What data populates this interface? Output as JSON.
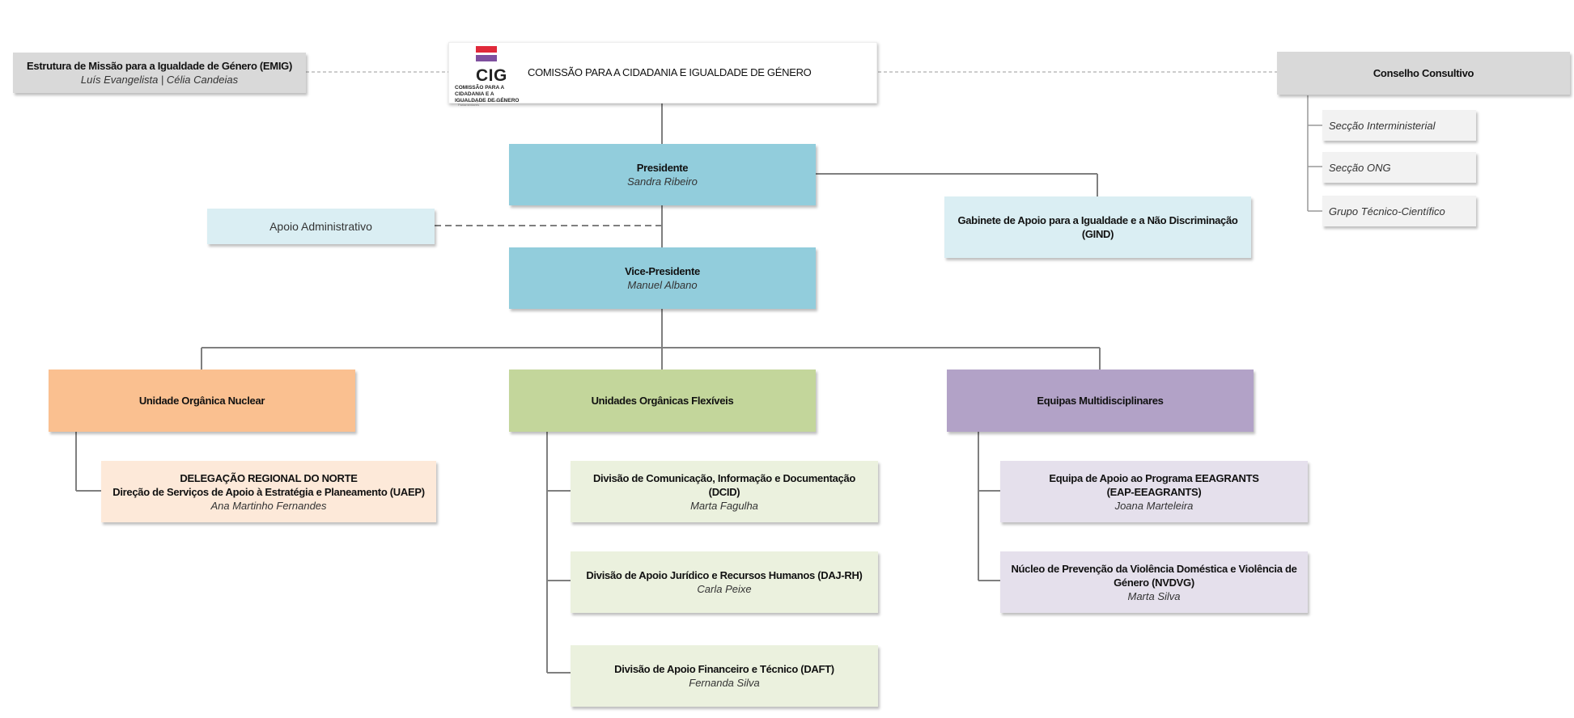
{
  "header": {
    "logo_text": "CIG",
    "logo_caption": "COMISSÃO PARA A CIDADANIA E A IGUALDADE DE GÉNERO",
    "logo_small": "Ministério Adjunto e dos Assuntos Parlamentares",
    "title": "COMISSÃO PARA A CIDADANIA E IGUALDADE DE GÉNERO"
  },
  "emig": {
    "title": "Estrutura de Missão para a Igualdade de Género (EMIG)",
    "names": "Luís Evangelista | Célia Candeias"
  },
  "conselho": {
    "title": "Conselho Consultivo",
    "sections": [
      "Secção Interministerial",
      "Secção ONG",
      "Grupo Técnico-Científico"
    ]
  },
  "presidente": {
    "title": "Presidente",
    "name": "Sandra Ribeiro"
  },
  "apoio_admin": {
    "title": "Apoio Administrativo"
  },
  "gind": {
    "title": "Gabinete de Apoio para a Igualdade e a Não Discriminação",
    "code": "(GIND)"
  },
  "vice": {
    "title": "Vice-Presidente",
    "name": "Manuel Albano"
  },
  "nuclear": {
    "title": "Unidade Orgânica Nuclear",
    "child": {
      "line1": "DELEGAÇÃO REGIONAL DO NORTE",
      "line2": "Direção de Serviços de Apoio à Estratégia e Planeamento (UAEP)",
      "name": "Ana Martinho Fernandes"
    }
  },
  "flexiveis": {
    "title": "Unidades Orgânicas Flexíveis",
    "children": [
      {
        "line1": "Divisão de Comunicação, Informação e Documentação",
        "line2": "(DCID)",
        "name": "Marta Fagulha"
      },
      {
        "line1": "Divisão de Apoio Jurídico e Recursos Humanos (DAJ-RH)",
        "line2": "",
        "name": "Carla Peixe"
      },
      {
        "line1": "Divisão de Apoio Financeiro e Técnico (DAFT)",
        "line2": "",
        "name": "Fernanda Silva"
      }
    ]
  },
  "equipas": {
    "title": "Equipas Multidisciplinares",
    "children": [
      {
        "line1": "Equipa de Apoio ao Programa EEAGRANTS",
        "line2": "(EAP-EEAGRANTS)",
        "name": "Joana Marteleira"
      },
      {
        "line1": "Núcleo de Prevenção da Violência Doméstica e Violência de",
        "line2": "Género (NVDVG)",
        "name": "Marta Silva"
      }
    ]
  },
  "colors": {
    "blue": "#92cddc",
    "light_blue": "#daeef3",
    "orange": "#fac090",
    "light_orange": "#fde9d9",
    "green": "#c3d69b",
    "light_green": "#ebf1de",
    "purple": "#b2a2c7",
    "light_purple": "#e5e0ec",
    "grey": "#d9d9d9",
    "light_grey": "#f2f2f2",
    "logo_red": "#e0293a",
    "logo_purple": "#7f4f9f"
  }
}
